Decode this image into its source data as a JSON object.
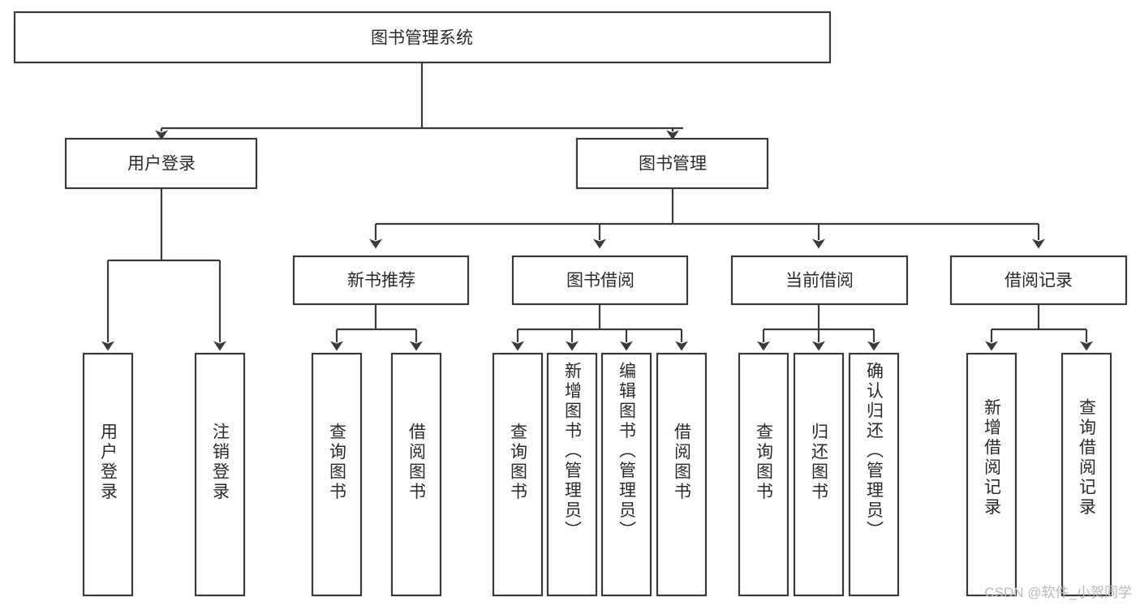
{
  "diagram": {
    "type": "hierarchy-tree",
    "title": "图书管理系统",
    "root": {
      "label": "图书管理系统"
    },
    "level2": [
      {
        "label": "用户登录"
      },
      {
        "label": "图书管理"
      }
    ],
    "level3": [
      {
        "label": "新书推荐"
      },
      {
        "label": "图书借阅"
      },
      {
        "label": "当前借阅"
      },
      {
        "label": "借阅记录"
      }
    ],
    "leaves_user_login": [
      {
        "label": "用户登录"
      },
      {
        "label": "注销登录"
      }
    ],
    "leaves_new_book": [
      {
        "label": "查询图书"
      },
      {
        "label": "借阅图书"
      }
    ],
    "leaves_borrow": [
      {
        "label": "查询图书"
      },
      {
        "label": "新增图书（管理员）"
      },
      {
        "label": "编辑图书（管理员）"
      },
      {
        "label": "借阅图书"
      }
    ],
    "leaves_current": [
      {
        "label": "查询图书"
      },
      {
        "label": "归还图书"
      },
      {
        "label": "确认归还（管理员）"
      }
    ],
    "leaves_record": [
      {
        "label": "新增借阅记录"
      },
      {
        "label": "查询借阅记录"
      }
    ]
  },
  "watermark": {
    "text": "CSDN @软件_小贺同学"
  },
  "colors": {
    "stroke": "#3a3a3a",
    "fill": "#ffffff",
    "text": "#2b2b2b",
    "watermark": "#b9b9b9"
  }
}
